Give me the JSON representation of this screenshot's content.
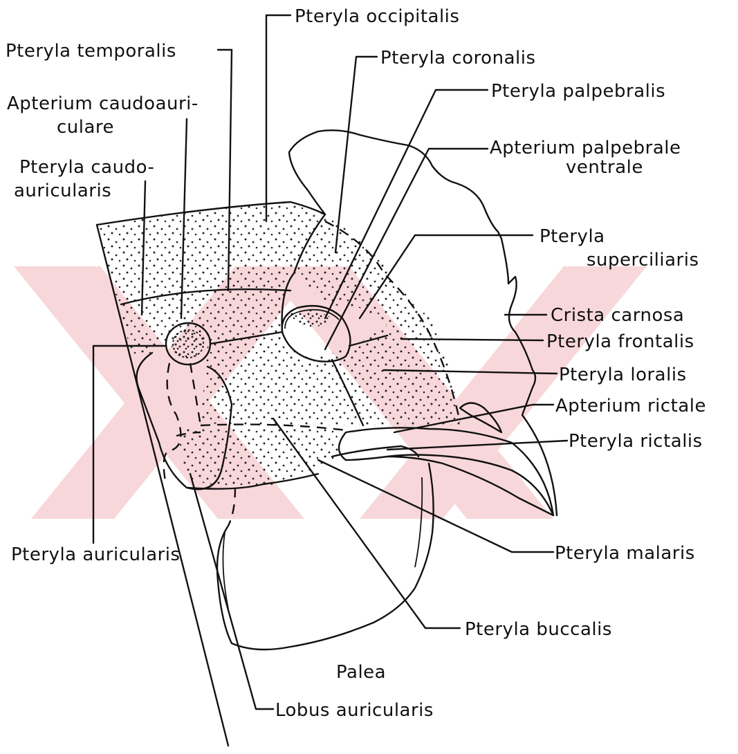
{
  "watermark_color": "#f3b8bd",
  "ink_color": "#111111",
  "labels": {
    "occipitalis": "Pteryla  occipitalis",
    "temporalis": "Pteryla temporalis",
    "coronalis": "Pteryla coronalis",
    "caudoauric_1": "Apterium caudoauri-",
    "caudoauric_2": "culare",
    "palpebralis": "Pteryla palpebralis",
    "palp_ventr_1": "Apterium  palpebrale",
    "palp_ventr_2": "ventrale",
    "caudo_auric_1": "Pteryla caudo-",
    "caudo_auric_2": "auricularis",
    "superciliaris_1": "Pteryla",
    "superciliaris_2": "superciliaris",
    "crista": "Crista  carnosa",
    "frontalis": "Pteryla frontalis",
    "loralis": "Pteryla loralis",
    "apt_rictale": "Apterium rictale",
    "pt_rictalis": "Pteryla rictalis",
    "auricularis": "Pteryla auricularis",
    "malaris": "Pteryla malaris",
    "buccalis": "Pteryla buccalis",
    "palea": "Palea",
    "lobus": "Lobus auricularis"
  }
}
